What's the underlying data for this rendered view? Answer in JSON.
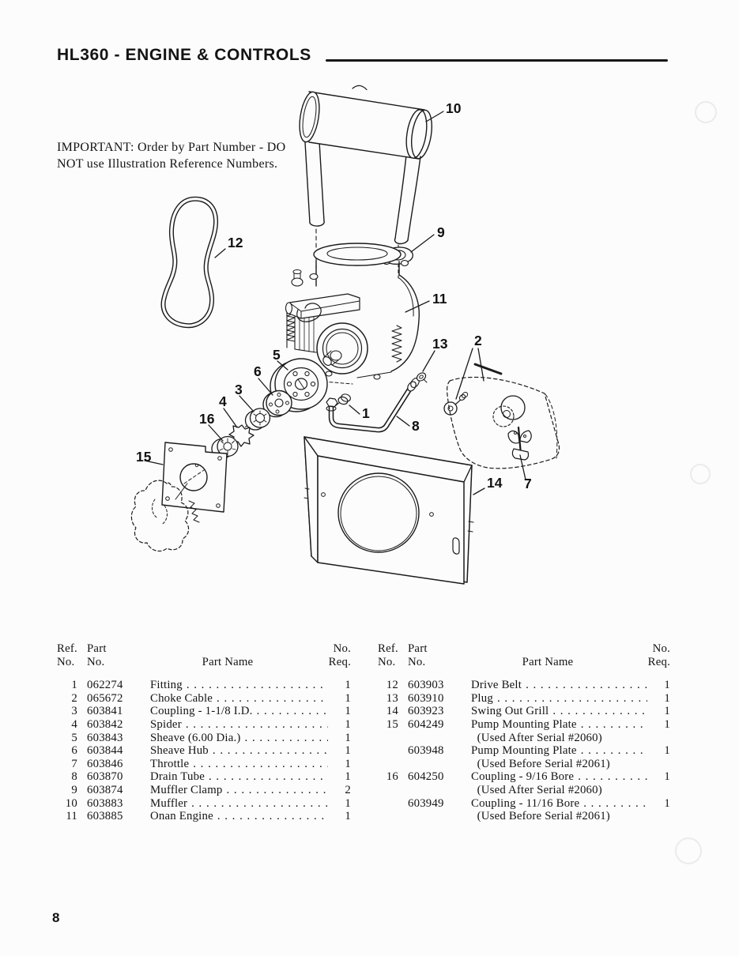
{
  "page": {
    "title": "HL360 - ENGINE & CONTROLS",
    "note_line1": "IMPORTANT: Order by Part Number - DO",
    "note_line2": "NOT use Illustration Reference Numbers.",
    "page_number": "8"
  },
  "diagram": {
    "callouts": [
      {
        "label": "10"
      },
      {
        "label": "9"
      },
      {
        "label": "11"
      },
      {
        "label": "12"
      },
      {
        "label": "13"
      },
      {
        "label": "2"
      },
      {
        "label": "5"
      },
      {
        "label": "6"
      },
      {
        "label": "3"
      },
      {
        "label": "4"
      },
      {
        "label": "16"
      },
      {
        "label": "15"
      },
      {
        "label": "1"
      },
      {
        "label": "8"
      },
      {
        "label": "14"
      },
      {
        "label": "7"
      }
    ]
  },
  "parts_table": {
    "headers": {
      "ref": [
        "Ref.",
        "No."
      ],
      "part": [
        "Part",
        "No."
      ],
      "name": "Part Name",
      "req": [
        "No.",
        "Req."
      ]
    },
    "leader_dots": ". . . . . . . . . . . . . . . . . . . . . . . . . . . . . . . . . . . . . . . . . . . . . . . . . .",
    "left_rows": [
      {
        "ref": "1",
        "part": "062274",
        "name": "Fitting",
        "qty": "1"
      },
      {
        "ref": "2",
        "part": "065672",
        "name": "Choke Cable",
        "qty": "1"
      },
      {
        "ref": "3",
        "part": "603841",
        "name": "Coupling - 1-1/8 I.D.",
        "qty": "1"
      },
      {
        "ref": "4",
        "part": "603842",
        "name": "Spider",
        "qty": "1"
      },
      {
        "ref": "5",
        "part": "603843",
        "name": "Sheave (6.00 Dia.)",
        "qty": "1"
      },
      {
        "ref": "6",
        "part": "603844",
        "name": "Sheave Hub",
        "qty": "1"
      },
      {
        "ref": "7",
        "part": "603846",
        "name": "Throttle",
        "qty": "1"
      },
      {
        "ref": "8",
        "part": "603870",
        "name": "Drain Tube",
        "qty": "1"
      },
      {
        "ref": "9",
        "part": "603874",
        "name": "Muffler Clamp",
        "qty": "2"
      },
      {
        "ref": "10",
        "part": "603883",
        "name": "Muffler",
        "qty": "1"
      },
      {
        "ref": "11",
        "part": "603885",
        "name": "Onan Engine",
        "qty": "1"
      }
    ],
    "right_rows": [
      {
        "ref": "12",
        "part": "603903",
        "name": "Drive Belt",
        "qty": "1"
      },
      {
        "ref": "13",
        "part": "603910",
        "name": "Plug",
        "qty": "1"
      },
      {
        "ref": "14",
        "part": "603923",
        "name": "Swing Out Grill",
        "qty": "1"
      },
      {
        "ref": "15",
        "part": "604249",
        "name": "Pump Mounting Plate",
        "qty": "1"
      },
      {
        "ref": "",
        "part": "",
        "name": " (Used After Serial #2060)",
        "qty": ""
      },
      {
        "ref": "",
        "part": "603948",
        "name": "Pump Mounting Plate",
        "qty": "1"
      },
      {
        "ref": "",
        "part": "",
        "name": " (Used Before Serial #2061)",
        "qty": ""
      },
      {
        "ref": "16",
        "part": "604250",
        "name": "Coupling - 9/16 Bore",
        "qty": "1"
      },
      {
        "ref": "",
        "part": "",
        "name": " (Used After Serial #2060)",
        "qty": ""
      },
      {
        "ref": "",
        "part": "603949",
        "name": "Coupling - 11/16 Bore",
        "qty": "1"
      },
      {
        "ref": "",
        "part": "",
        "name": " (Used Before Serial #2061)",
        "qty": ""
      }
    ]
  }
}
